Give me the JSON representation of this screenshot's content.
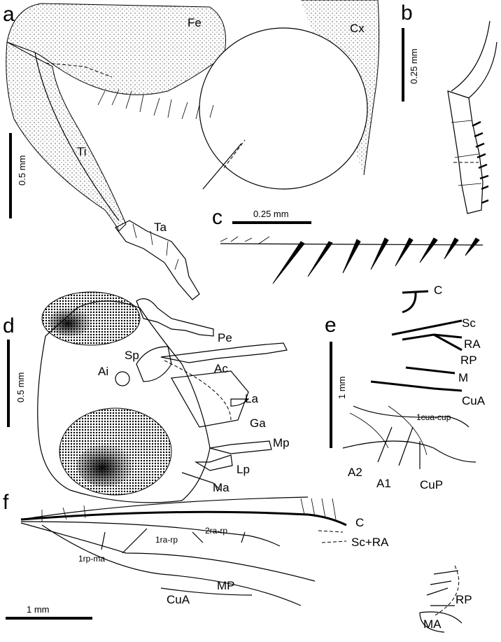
{
  "panels": {
    "a": {
      "letter": "a",
      "labels": {
        "fe": "Fe",
        "cx": "Cx",
        "ti": "Ti",
        "ta": "Ta"
      },
      "scale": "0.5 mm"
    },
    "b": {
      "letter": "b",
      "scale": "0.25 mm"
    },
    "c": {
      "letter": "c",
      "scale": "0.25 mm"
    },
    "d": {
      "letter": "d",
      "labels": {
        "pe": "Pe",
        "sp": "Sp",
        "ai": "Ai",
        "ac": "Ac",
        "la": "La",
        "ga": "Ga",
        "mp": "Mp",
        "lp": "Lp",
        "ma": "Ma"
      },
      "scale": "0.5 mm"
    },
    "e": {
      "letter": "e",
      "labels": {
        "c": "C",
        "sc": "Sc",
        "ra": "RA",
        "rp": "RP",
        "m": "M",
        "cua": "CuA",
        "cuacup": "1cua-cup",
        "a2": "A2",
        "a1": "A1",
        "cup": "CuP"
      },
      "scale": "1 mm"
    },
    "f": {
      "letter": "f",
      "labels": {
        "c": "C",
        "scra": "Sc+RA",
        "ra1": "1ra-rp",
        "ra2": "2ra-rp",
        "rpma": "1rp-ma",
        "mp": "MP",
        "cua": "CuA",
        "rp": "RP",
        "ma": "MA"
      },
      "scale": "1 mm"
    }
  }
}
